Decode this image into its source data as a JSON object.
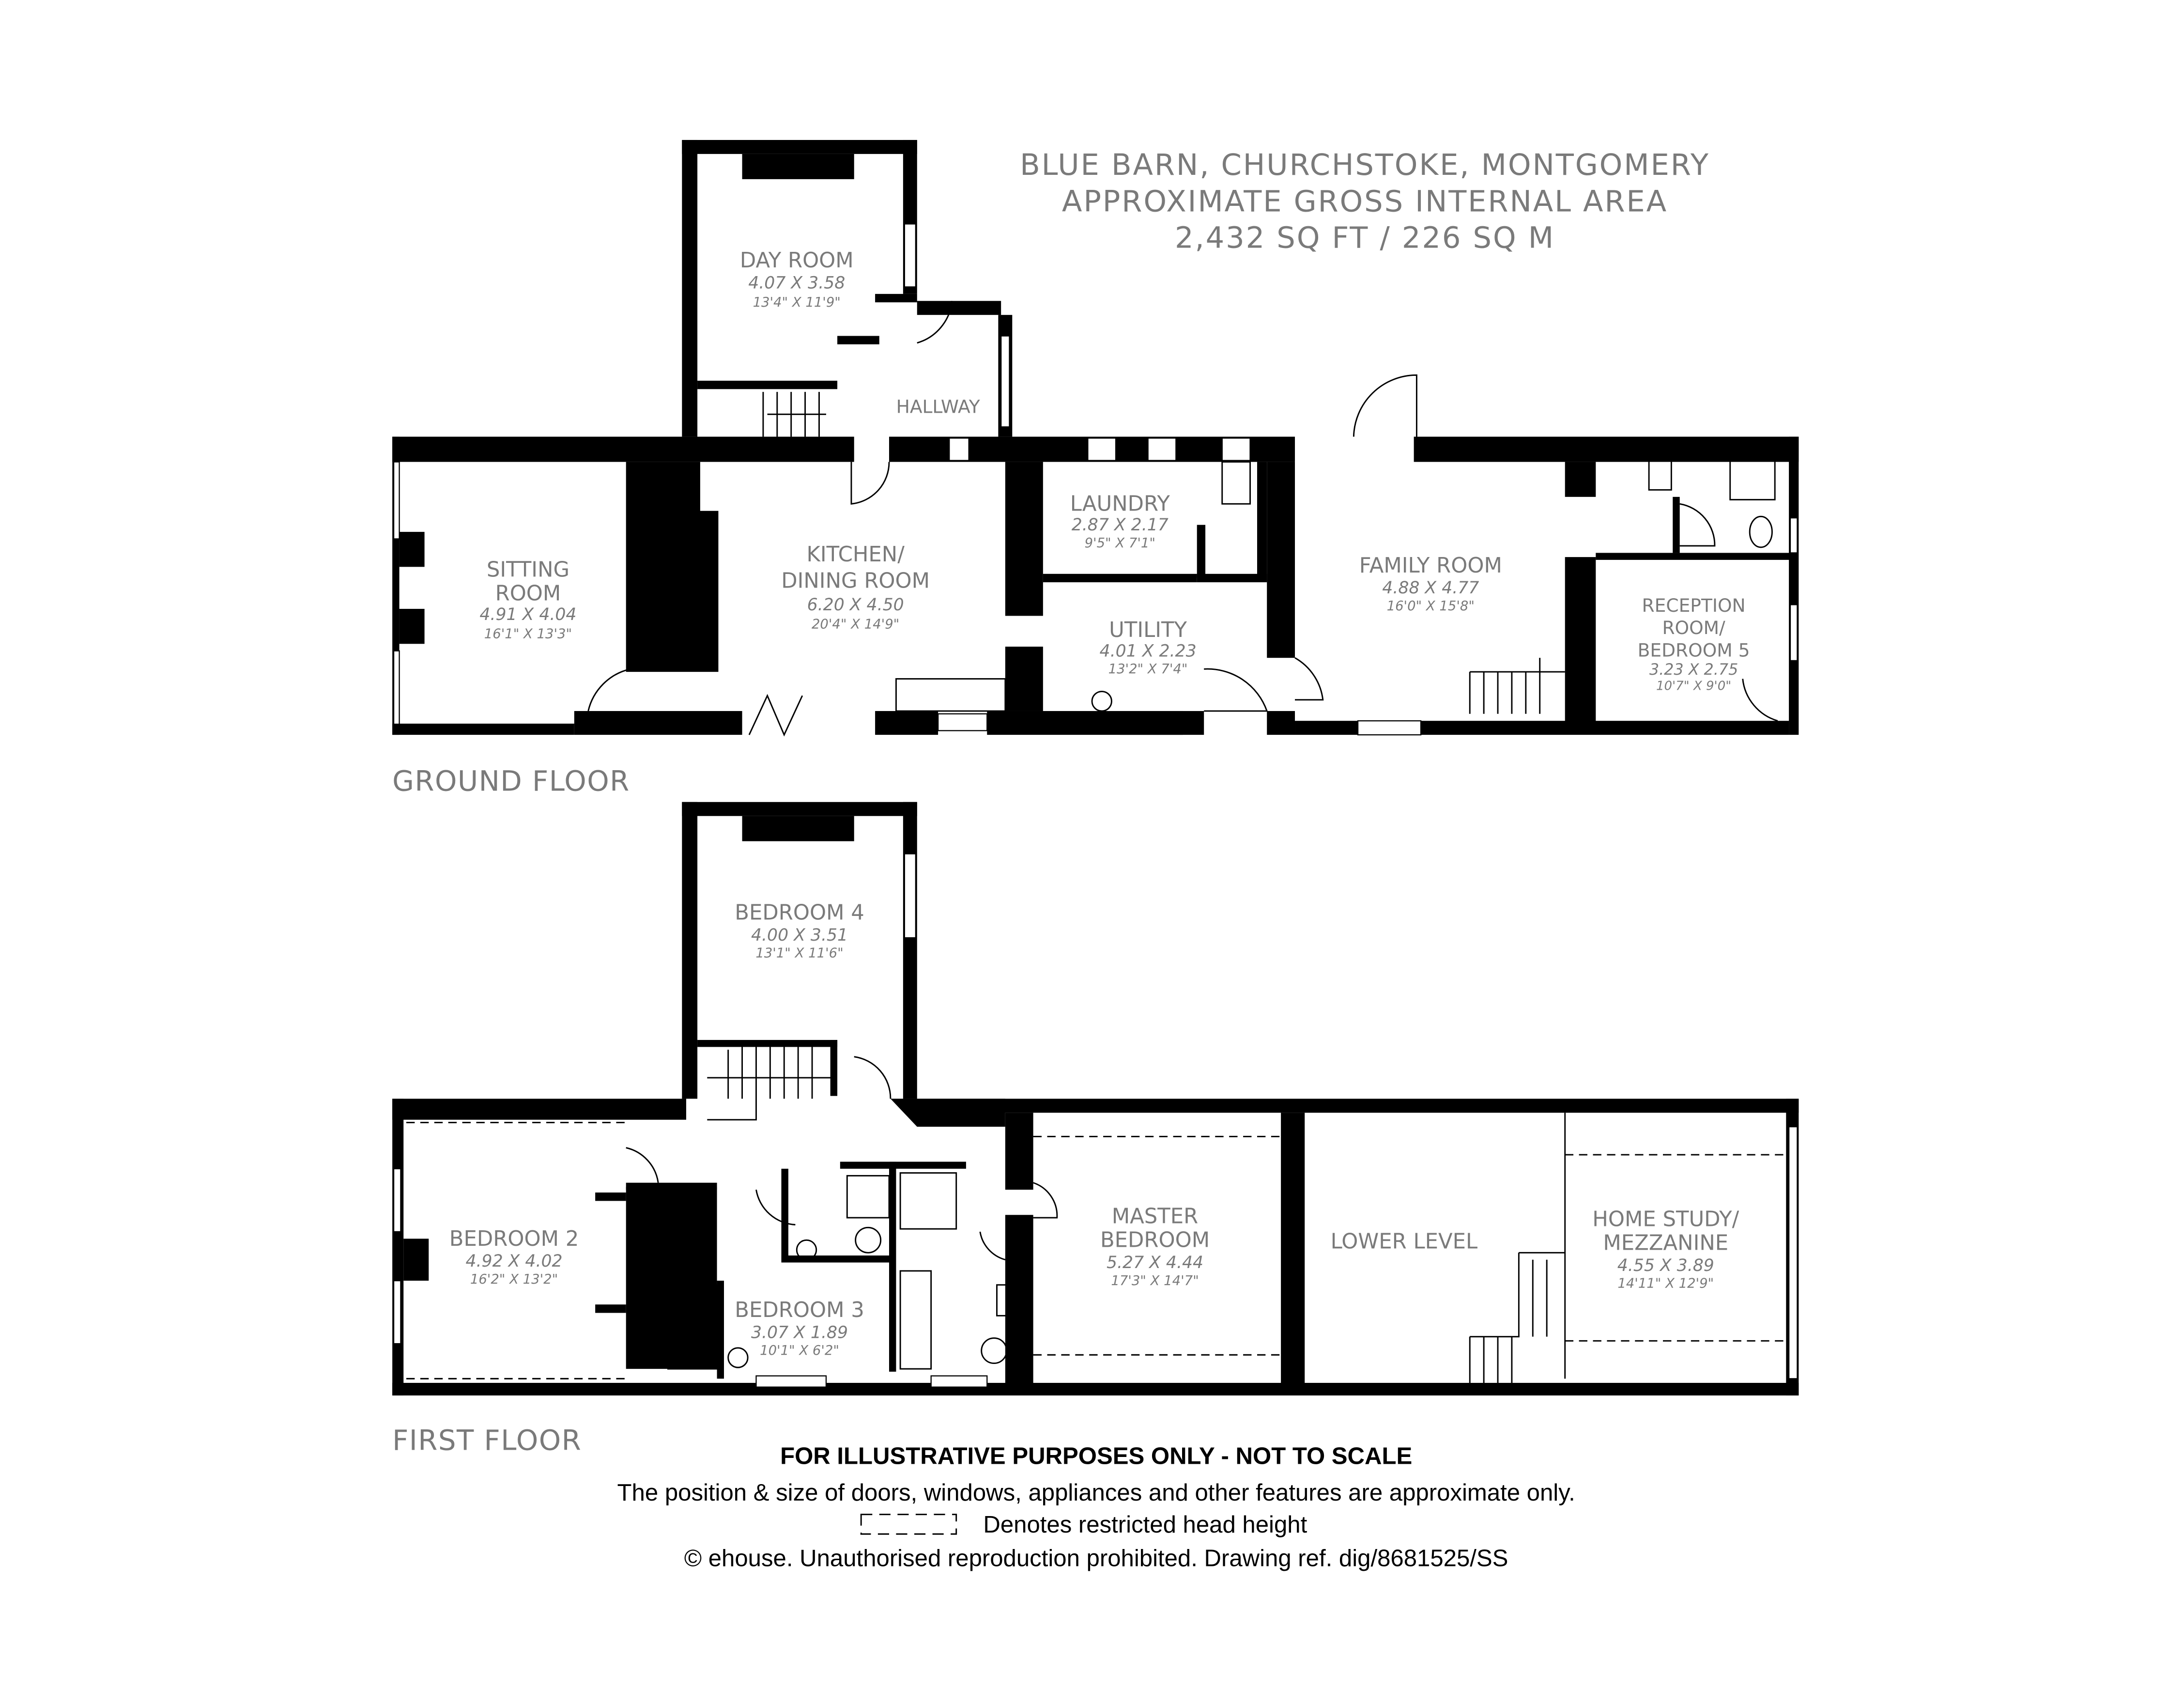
{
  "title": {
    "line1": "BLUE BARN, CHURCHSTOKE, MONTGOMERY",
    "line2": "APPROXIMATE GROSS INTERNAL AREA",
    "line3": "2,432 SQ FT / 226 SQ M"
  },
  "ground_floor": {
    "label": "GROUND FLOOR",
    "rooms": [
      {
        "name": [
          "DAY ROOM"
        ],
        "metric": "4.07 X 3.58",
        "imperial": "13'4\" X 11'9\""
      },
      {
        "name": [
          "HALLWAY"
        ],
        "metric": "",
        "imperial": ""
      },
      {
        "name": [
          "SITTING",
          "ROOM"
        ],
        "metric": "4.91 X 4.04",
        "imperial": "16'1\" X 13'3\""
      },
      {
        "name": [
          "KITCHEN/",
          "DINING ROOM"
        ],
        "metric": "6.20 X 4.50",
        "imperial": "20'4\" X 14'9\""
      },
      {
        "name": [
          "LAUNDRY"
        ],
        "metric": "2.87 X 2.17",
        "imperial": "9'5\" X 7'1\""
      },
      {
        "name": [
          "UTILITY"
        ],
        "metric": "4.01 X 2.23",
        "imperial": "13'2\" X 7'4\""
      },
      {
        "name": [
          "FAMILY ROOM"
        ],
        "metric": "4.88 X 4.77",
        "imperial": "16'0\" X 15'8\""
      },
      {
        "name": [
          "RECEPTION",
          "ROOM/",
          "BEDROOM 5"
        ],
        "metric": "3.23 X 2.75",
        "imperial": "10'7\" X 9'0\""
      }
    ]
  },
  "first_floor": {
    "label": "FIRST FLOOR",
    "rooms": [
      {
        "name": [
          "BEDROOM 4"
        ],
        "metric": "4.00 X 3.51",
        "imperial": "13'1\" X 11'6\""
      },
      {
        "name": [
          "BEDROOM 2"
        ],
        "metric": "4.92 X 4.02",
        "imperial": "16'2\" X 13'2\""
      },
      {
        "name": [
          "BEDROOM 3"
        ],
        "metric": "3.07 X 1.89",
        "imperial": "10'1\" X 6'2\""
      },
      {
        "name": [
          "MASTER",
          "BEDROOM"
        ],
        "metric": "5.27 X 4.44",
        "imperial": "17'3\" X 14'7\""
      },
      {
        "name": [
          "LOWER LEVEL"
        ],
        "metric": "",
        "imperial": ""
      },
      {
        "name": [
          "HOME STUDY/",
          "MEZZANINE"
        ],
        "metric": "4.55 X 3.89",
        "imperial": "14'11\" X 12'9\""
      }
    ]
  },
  "footer": {
    "disclaimer": "FOR ILLUSTRATIVE PURPOSES ONLY - NOT TO SCALE",
    "note": "The position & size of doors, windows, appliances and other features are approximate only.",
    "legend": "Denotes restricted head height",
    "copyright": "© ehouse. Unauthorised reproduction prohibited. Drawing ref. dig/8681525/SS"
  },
  "colors": {
    "label_text": "#7a7a7a",
    "walls": "#000000",
    "footer_text": "#000000"
  }
}
